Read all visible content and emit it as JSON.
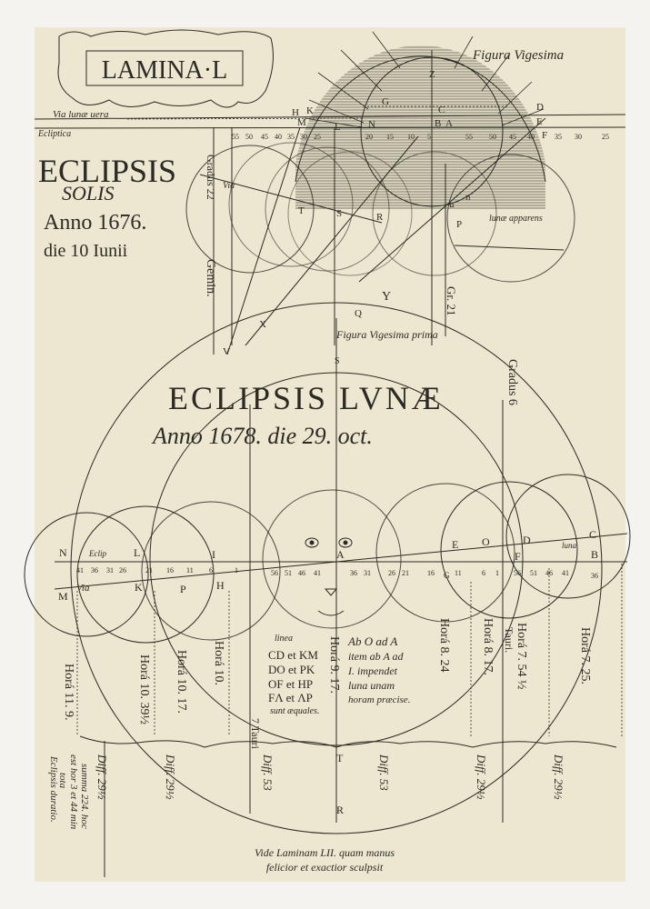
{
  "plate": {
    "cartouche": "LAMINA·L",
    "footer_line1": "Vide Laminam LII. quam manus",
    "footer_line2": "felicior et exactior sculpsit"
  },
  "solar": {
    "figure_label": "Figura Vigesima",
    "title1": "ECLIPSIS",
    "title2": "SOLIS",
    "year": "Anno 1676.",
    "date": "die 10 Iunii",
    "via_lunae_vera": "Via lunæ uera",
    "ecliptica": "Ecliptica",
    "via": "Via",
    "lunae_apparens": "lunæ apparens",
    "gradus_22": "Gradus 22",
    "gemin": "Gemin.",
    "gr_21": "Gr. 21",
    "scale": [
      "55",
      "50",
      "45",
      "40",
      "35",
      "30",
      "25",
      "20",
      "15",
      "10",
      "5",
      "55",
      "50",
      "45",
      "40",
      "35",
      "30",
      "25"
    ],
    "letters": [
      "Z",
      "G",
      "C",
      "D",
      "H",
      "K",
      "M",
      "L",
      "N",
      "B",
      "A",
      "E",
      "F",
      "T",
      "S",
      "R",
      "Y",
      "P",
      "u",
      "n",
      "Q",
      "X",
      "V"
    ]
  },
  "lunar": {
    "figure_label": "Figura Vigesima prima",
    "title1": "ECLIPSIS LVNÆ",
    "title2": "Anno 1678. die 29. oct.",
    "gradus_6": "Gradus 6",
    "eclip": "Eclip",
    "via": "Via",
    "luna": "luna",
    "linea": "linea",
    "letters": [
      "N",
      "L",
      "I",
      "A",
      "E",
      "O",
      "D",
      "C",
      "B",
      "F",
      "M",
      "K",
      "P",
      "H",
      "G",
      "S",
      "T",
      "R"
    ],
    "scale": [
      "41",
      "36",
      "31",
      "26",
      "21",
      "16",
      "11",
      "6",
      "1",
      "56",
      "51",
      "46",
      "41",
      "36",
      "31",
      "26",
      "21",
      "16",
      "11",
      "6",
      "1",
      "56",
      "51",
      "46",
      "41",
      "36"
    ],
    "note_left": [
      "CD et KM",
      "DO et PK",
      "OF et HP",
      "FΛ et ΛP",
      "sunt æquales."
    ],
    "note_right": [
      "Ab O ad A",
      "item ab A ad",
      "I. impendet",
      "luna unam",
      "horam præcise."
    ],
    "hours": [
      "Horá 11. 9.",
      "Horá 10. 39½",
      "Horá 10. 17.",
      "Horá 10.",
      "Horá 9. 17.",
      "Horá 8. 24",
      "Horá 8. 17.",
      "Horá 7. 54 ½",
      "Horá 7. 25."
    ],
    "tauri": "Tauri.",
    "gradus_7": "7 Tauri",
    "diffs": [
      "Diff. 29½",
      "Diff. 29½",
      "Diff. 53",
      "Diff. 53",
      "Diff. 29½",
      "Diff. 29½"
    ],
    "summary": [
      "summa 224. hoc",
      "est hor 3 et 44 min",
      "tota",
      "Eclipsis duratio."
    ]
  },
  "colors": {
    "paper": "#ede6d0",
    "ink": "#2b2a24",
    "mat": "#f4f3ef"
  }
}
